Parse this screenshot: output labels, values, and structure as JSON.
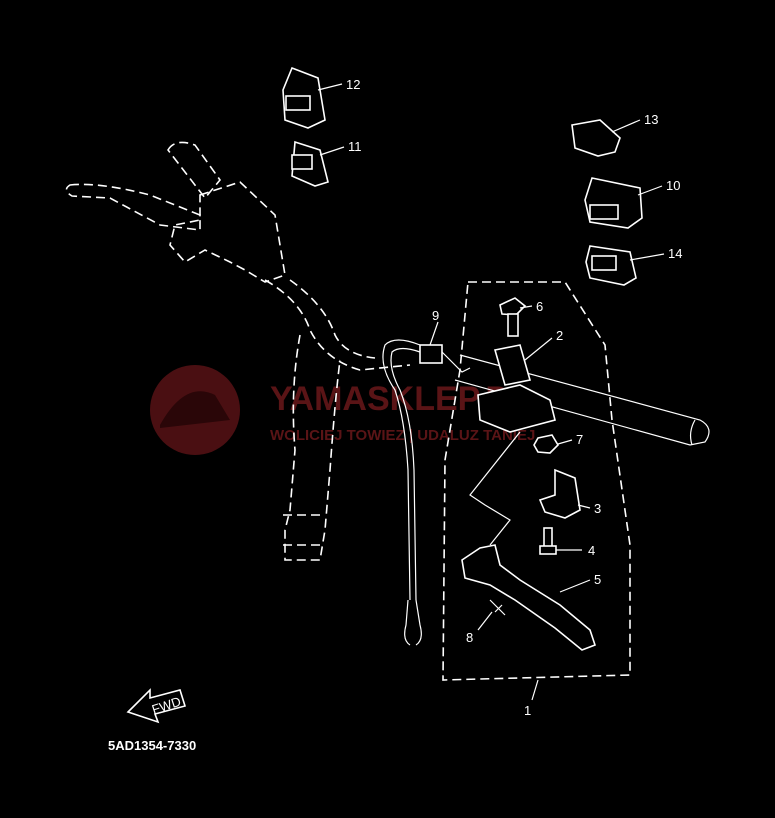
{
  "labels": {
    "p1": "1",
    "p2": "2",
    "p3": "3",
    "p4": "4",
    "p5": "5",
    "p6": "6",
    "p7": "7",
    "p8": "8",
    "p9": "9",
    "p10": "10",
    "p11": "11",
    "p12": "12",
    "p13": "13",
    "p14": "14"
  },
  "fwd_label": "FWD",
  "diagram_code": "5AD1354-7330",
  "watermark": {
    "brand": "YAMASKLEP.PL",
    "tagline": "WOLICIEJ TOWIEZ | UDALUZ TANIEJ",
    "color": "#5a1416"
  }
}
